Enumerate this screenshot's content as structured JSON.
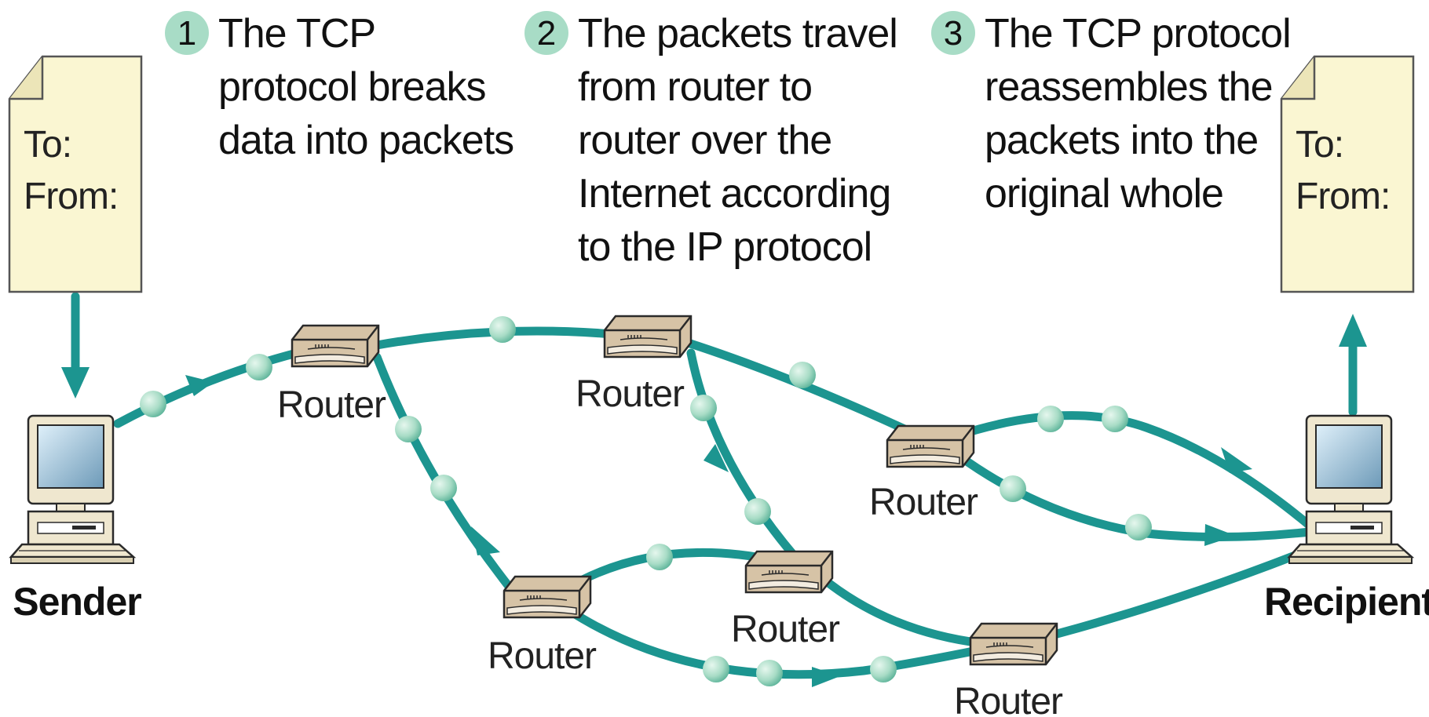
{
  "steps": [
    {
      "number": "1",
      "lines": [
        "The TCP",
        "protocol breaks",
        "data into packets"
      ]
    },
    {
      "number": "2",
      "lines": [
        "The packets travel",
        "from router to",
        "router over the",
        "Internet according",
        "to the IP protocol"
      ]
    },
    {
      "number": "3",
      "lines": [
        "The TCP protocol",
        "reassembles the",
        "packets into the",
        "original whole"
      ]
    }
  ],
  "sender": {
    "label": "Sender",
    "doc_to": "To:",
    "doc_from": "From:"
  },
  "recipient": {
    "label": "Recipient",
    "doc_to": "To:",
    "doc_from": "From:"
  },
  "router_label": "Router",
  "colors": {
    "link": "#1c9590",
    "packet": "#a8dcc6",
    "step_circle": "#a8dcc6",
    "document": "#faf6d2",
    "router": "#d6c3a6"
  }
}
